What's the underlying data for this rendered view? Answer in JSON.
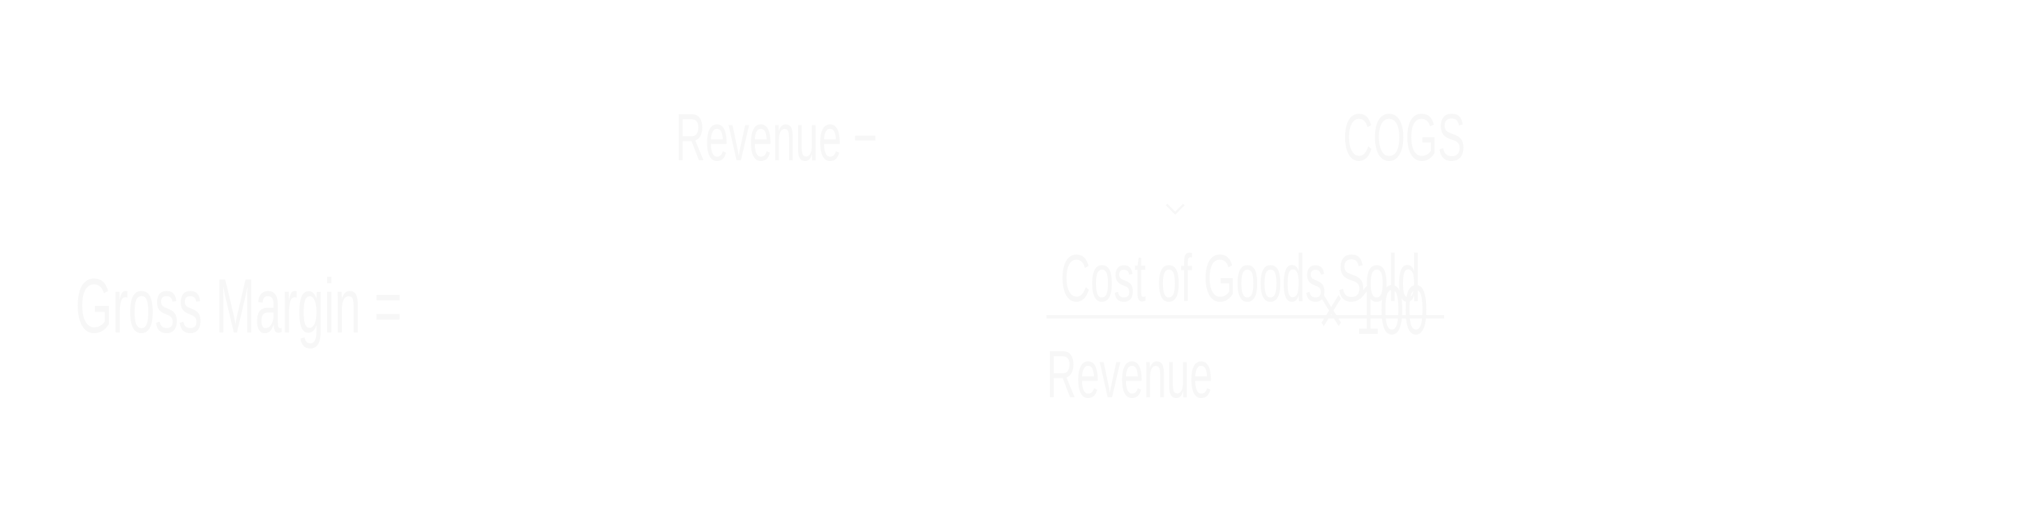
{
  "theme": {
    "background": "#ffffff",
    "ink": "#f7f7f7"
  },
  "formula": {
    "lhs": "Gross Margin =",
    "numerator_top_left": "Revenue −",
    "numerator_top_right": "COGS",
    "numerator": "Cost of Goods Sold",
    "denominator": "Revenue",
    "multiplier": "× 100"
  }
}
